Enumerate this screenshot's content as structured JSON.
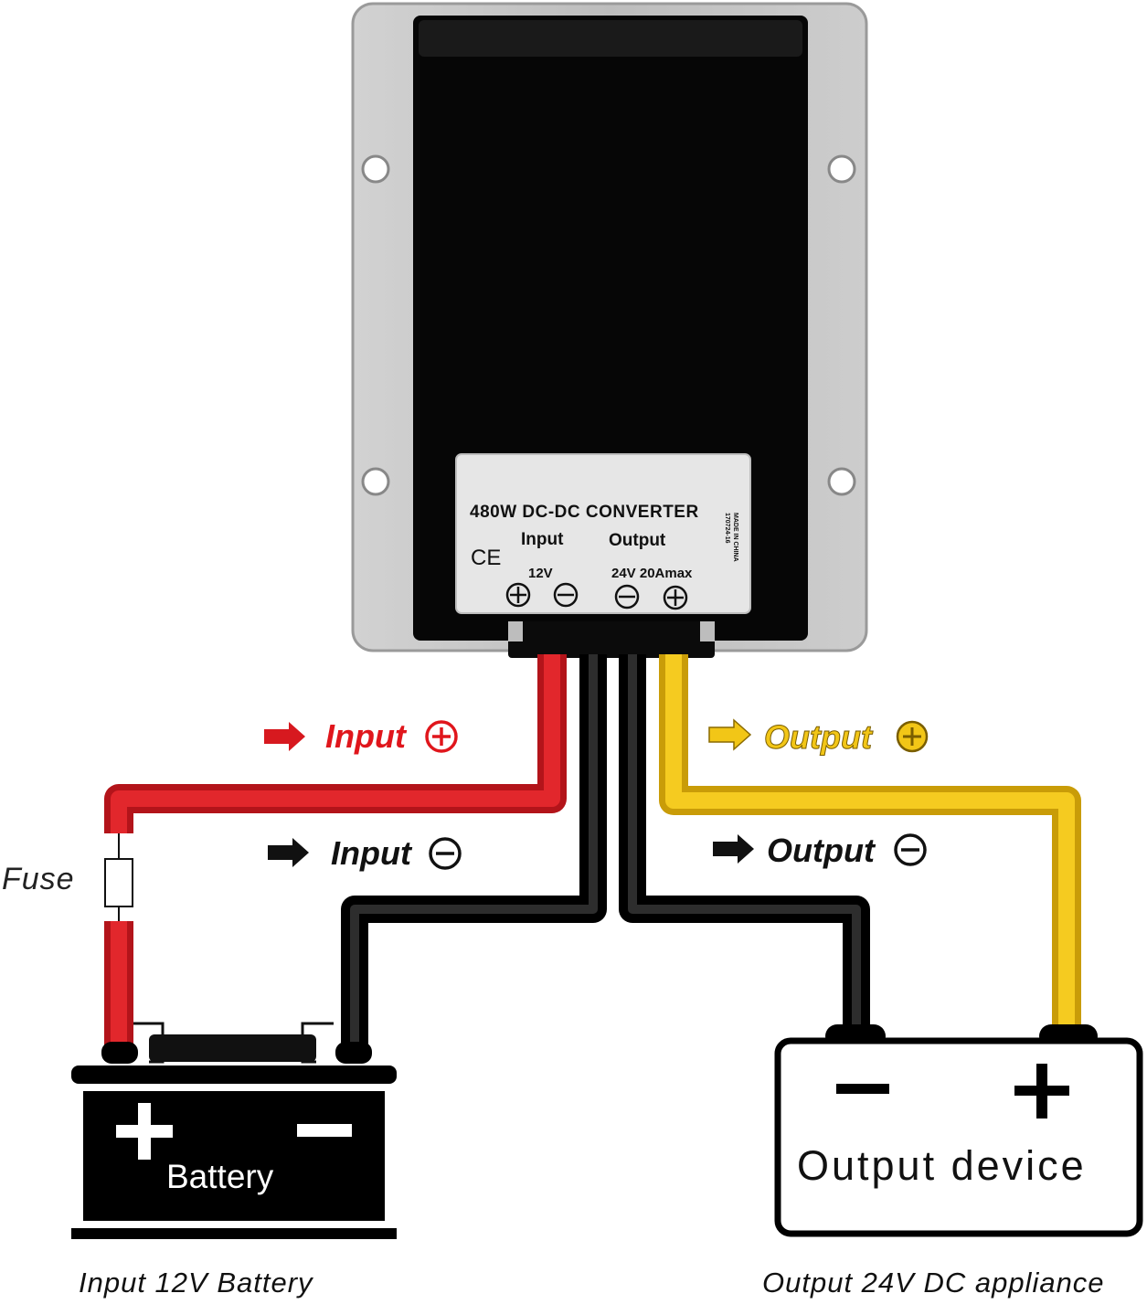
{
  "converter": {
    "title": "480W DC-DC CONVERTER",
    "input_label": "Input",
    "output_label": "Output",
    "input_voltage": "12V",
    "output_rating": "24V 20Amax",
    "ce_mark": "CE",
    "side_text_1": "170724-16",
    "side_text_2": "MADE IN CHINA"
  },
  "wires": {
    "input_positive": "Input",
    "input_negative": "Input",
    "output_positive": "Output",
    "output_negative": "Output"
  },
  "fuse_label": "Fuse",
  "battery": {
    "label": "Battery",
    "caption": "Input 12V Battery"
  },
  "device": {
    "label": "Output device",
    "caption": "Output 24V DC appliance"
  },
  "colors": {
    "positive_in": "#d7191f",
    "negative": "#111111",
    "positive_out": "#f2c617",
    "housing": "#b9b9b9"
  }
}
